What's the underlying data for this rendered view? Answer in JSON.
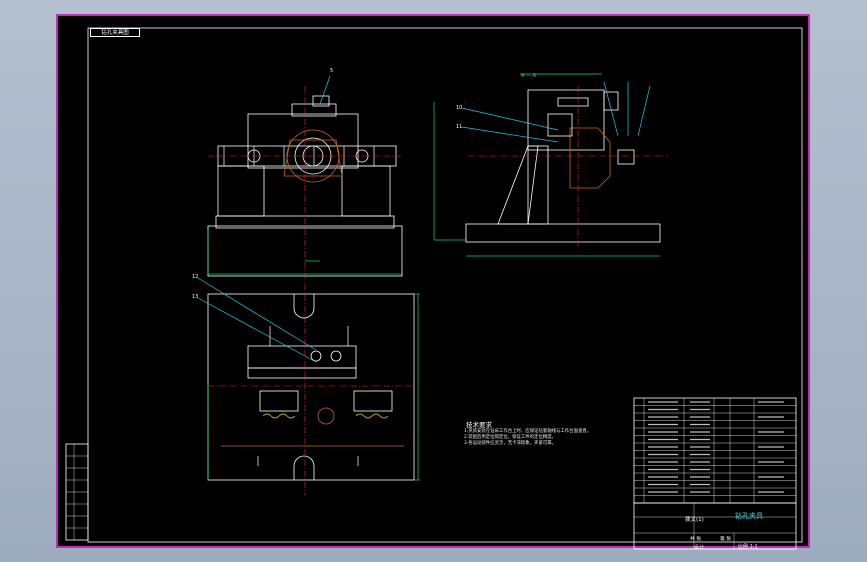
{
  "drawing": {
    "title_tag": "钻孔夹具图",
    "section_label": "A — A",
    "balloons": [
      "5",
      "10",
      "11",
      "12",
      "13"
    ]
  },
  "notes": {
    "title": "技术要求",
    "lines": [
      "1.夹具安装在钻床工作台上时，应保证钻套轴线与工作台面垂直。",
      "2.装配后用定位销定位，保证工件的定位精度。",
      "3.各运动部件应灵活，无卡滞现象，夹紧可靠。"
    ]
  },
  "title_block": {
    "name": "钻孔夹具",
    "project": "拨叉(1)",
    "scale_label": "比例 1:1",
    "designed_by": "设计",
    "sheet_total": "共 张",
    "sheet_num": "第 张"
  },
  "colors": {
    "sheet_border": "#c02cb4",
    "outline": "#ffffff",
    "centerline": "#ff2020",
    "dimension": "#20d060",
    "leader": "#28c8e8",
    "part_fill": "#c86420",
    "spring": "#e8b830",
    "table": "#ffffff"
  }
}
